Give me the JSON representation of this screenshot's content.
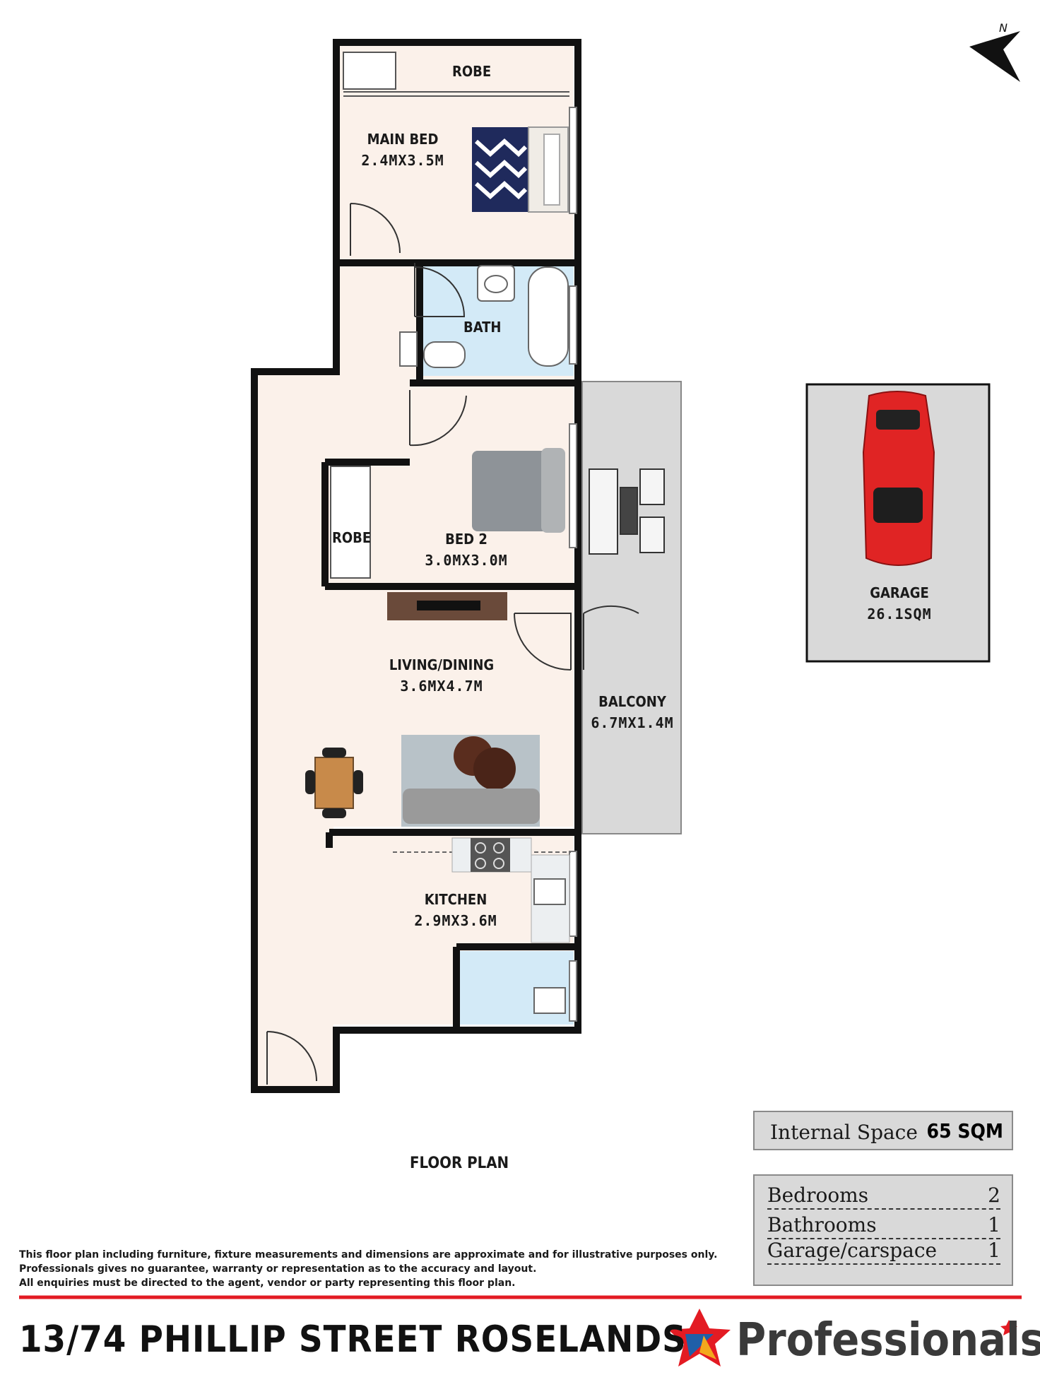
{
  "rooms": {
    "robe_main": {
      "name": "ROBE"
    },
    "main_bed": {
      "name": "MAIN BED",
      "dims": "2.4MX3.5M"
    },
    "bath": {
      "name": "BATH"
    },
    "robe_bed2": {
      "name": "ROBE"
    },
    "bed2": {
      "name": "BED 2",
      "dims": "3.0MX3.0M"
    },
    "living": {
      "name": "LIVING/DINING",
      "dims": "3.6MX4.7M"
    },
    "balcony": {
      "name": "BALCONY",
      "dims": "6.7MX1.4M"
    },
    "kitchen": {
      "name": "KITCHEN",
      "dims": "2.9MX3.6M"
    },
    "garage": {
      "name": "GARAGE",
      "area": "26.1SQM"
    }
  },
  "compass": {
    "label": "N"
  },
  "plan_title": "FLOOR PLAN",
  "internal_space": {
    "label": "Internal Space",
    "value": "65 SQM"
  },
  "features": [
    {
      "label": "Bedrooms",
      "value": "2"
    },
    {
      "label": "Bathrooms",
      "value": "1"
    },
    {
      "label": "Garage/carspace",
      "value": "1"
    }
  ],
  "disclaimer": [
    "This floor plan including furniture, fixture measurements and dimensions are approximate and for illustrative purposes only.",
    "Professionals gives no guarantee, warranty or representation as to the accuracy and layout.",
    "All enquiries must be directed to the agent, vendor or party representing this floor plan."
  ],
  "address": "13/74 PHILLIP STREET ROSELANDS",
  "brand": {
    "name": "Professionals"
  },
  "colors": {
    "floor": "#fbf1ea",
    "wet_area": "#d3eaf7",
    "wall": "#111111",
    "balcony": "#d9d9d9",
    "accent_red": "#e31b23",
    "brand_blue": "#1f5fa8"
  }
}
